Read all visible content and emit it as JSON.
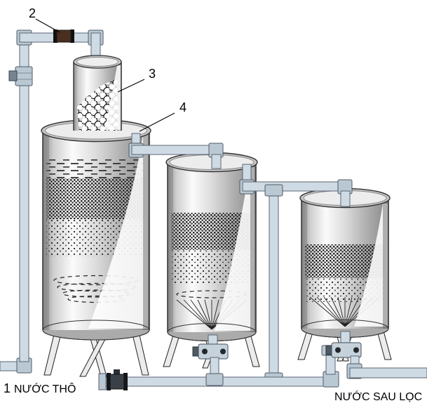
{
  "callouts": [
    {
      "label": "1"
    },
    {
      "label": "2"
    },
    {
      "label": "3"
    },
    {
      "label": "4"
    }
  ],
  "labels": {
    "raw_water": "NƯỚC THÔ",
    "filtered_water": "NƯỚC SAU LỌC"
  },
  "colors": {
    "background": "#ffffff",
    "pipe_fill": "#cfdbe4",
    "pipe_stroke": "#5a6673",
    "fitting_fill": "#bac8d3",
    "inlet_valve_dark": "#4a2e1e",
    "drain_valve_dark": "#394048",
    "tank_outline": "#3a3a3a",
    "text": "#000000"
  }
}
